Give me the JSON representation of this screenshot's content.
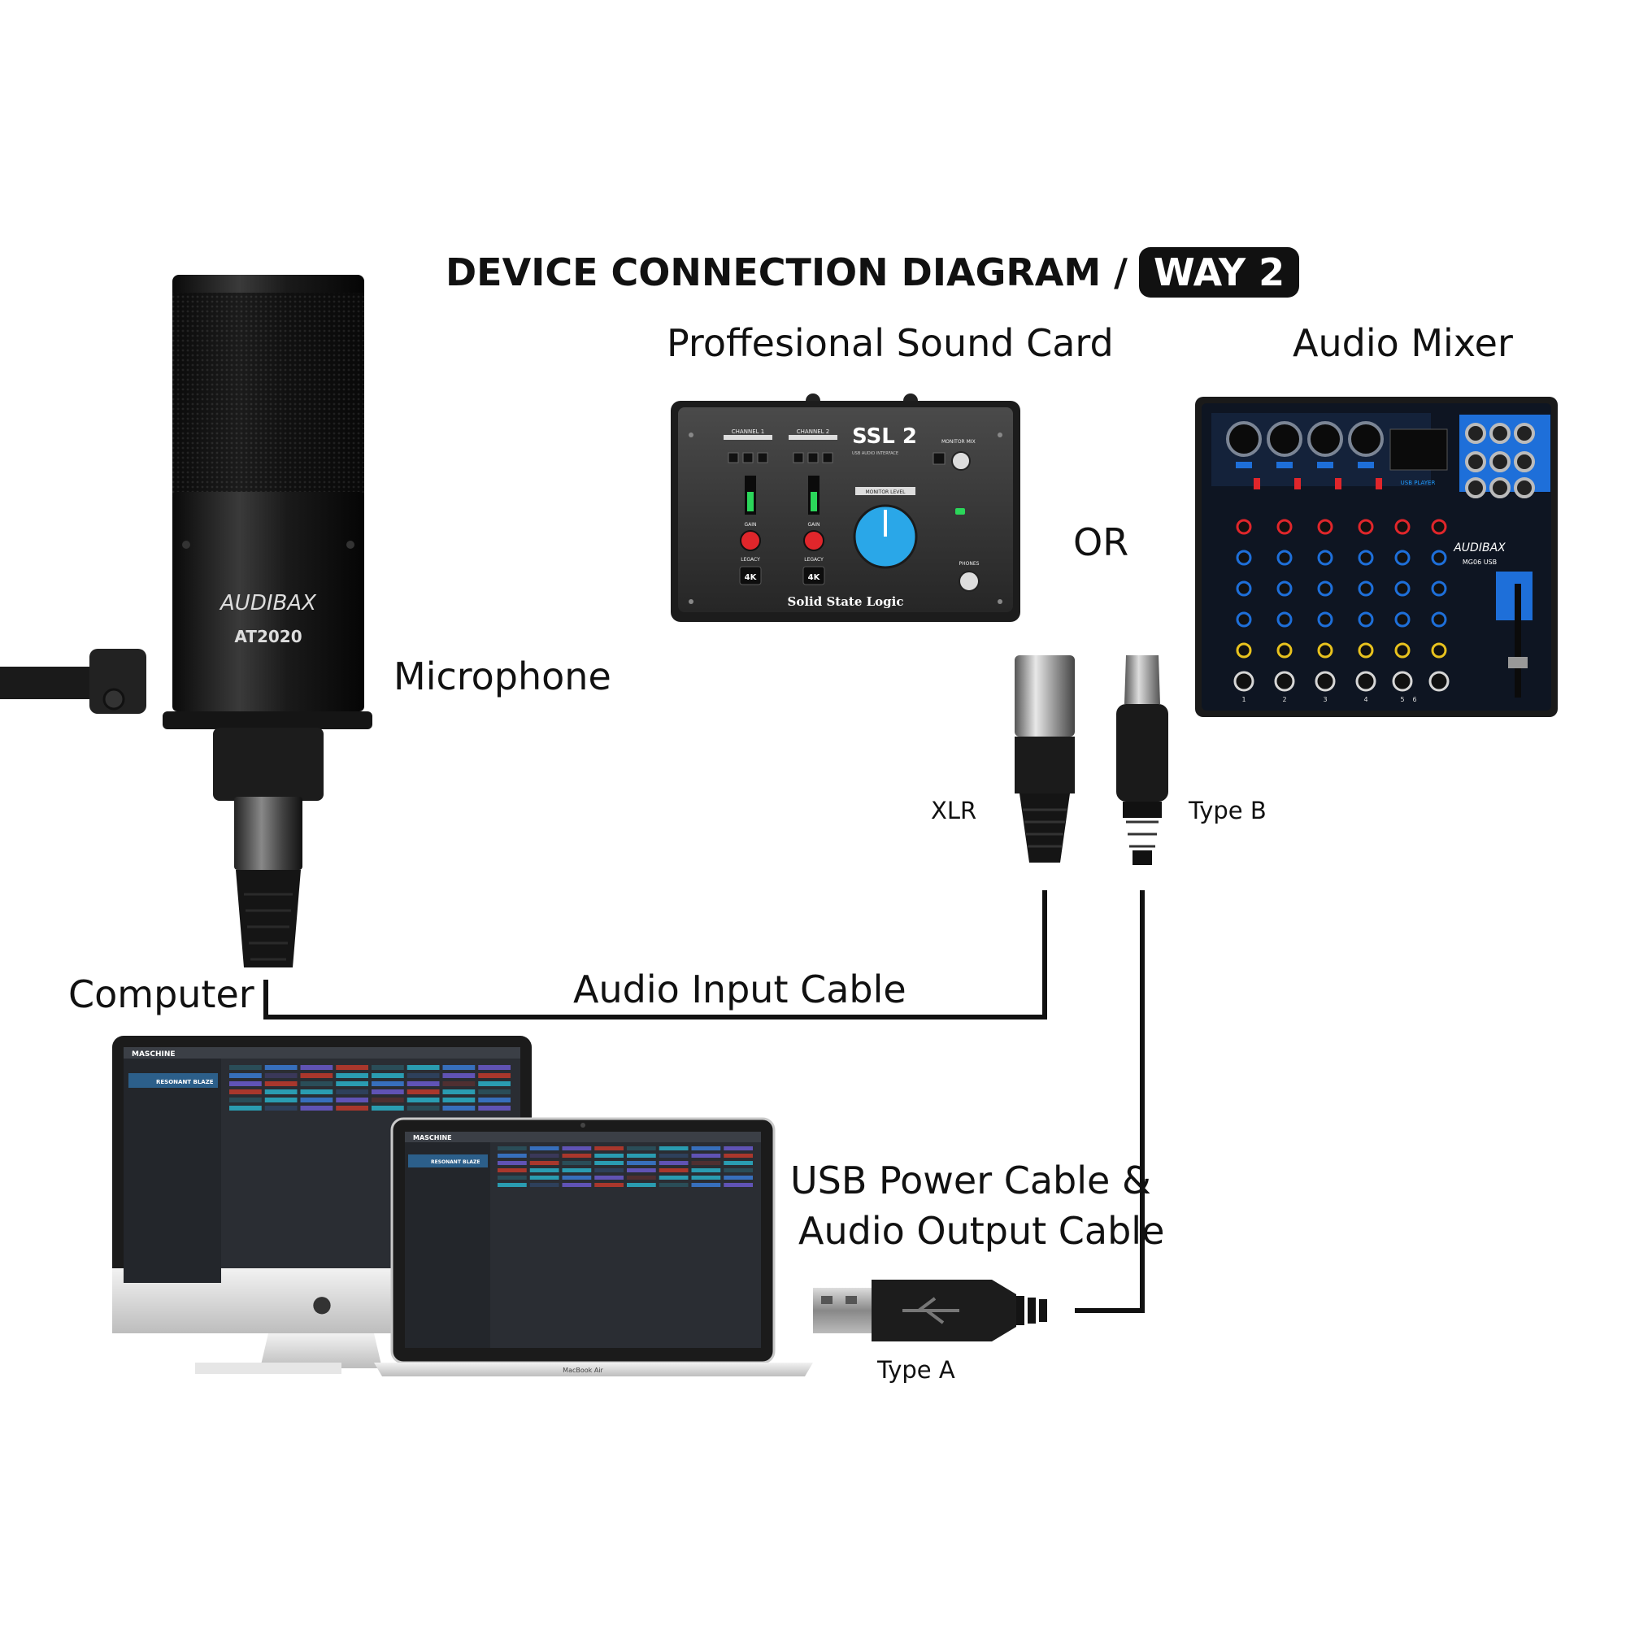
{
  "title": {
    "text": "DEVICE CONNECTION DIAGRAM /",
    "badge": "WAY 2"
  },
  "labels": {
    "sound_card": "Proffesional Sound Card",
    "audio_mixer": "Audio Mixer",
    "or": "OR",
    "microphone": "Microphone",
    "computer": "Computer",
    "audio_input_cable": "Audio Input Cable",
    "usb_cable_line1": "USB Power Cable &",
    "usb_cable_line2": "Audio Output Cable",
    "xlr": "XLR",
    "type_b": "Type B",
    "type_a": "Type A"
  },
  "microphone": {
    "brand": "AUDIBAX",
    "model": "AT2020"
  },
  "sound_card_device": {
    "logo": "SSL 2",
    "subtitle": "USB AUDIO INTERFACE",
    "channel1": "CHANNEL 1",
    "channel2": "CHANNEL 2",
    "monitor_level": "MONITOR LEVEL",
    "monitor_mix": "MONITOR MIX",
    "gain": "GAIN",
    "legacy": "LEGACY",
    "button_4k": "4K",
    "phones": "PHONES",
    "maker": "Solid State Logic"
  },
  "mixer_device": {
    "brand": "AUDIBAX",
    "model": "MG06 USB",
    "usb_player": "USB PLAYER",
    "channel_numbers": [
      "1",
      "2",
      "3",
      "4",
      "5",
      "6"
    ]
  },
  "computer": {
    "app_name": "MASCHINE",
    "preset": "RESONANT BLAZE",
    "laptop_name": "MacBook Air"
  },
  "colors": {
    "accent_black": "#111111",
    "mixer_blue": "#1e6fd9",
    "ssl_blue": "#2aa7e8",
    "knob_red": "#e0262b"
  }
}
